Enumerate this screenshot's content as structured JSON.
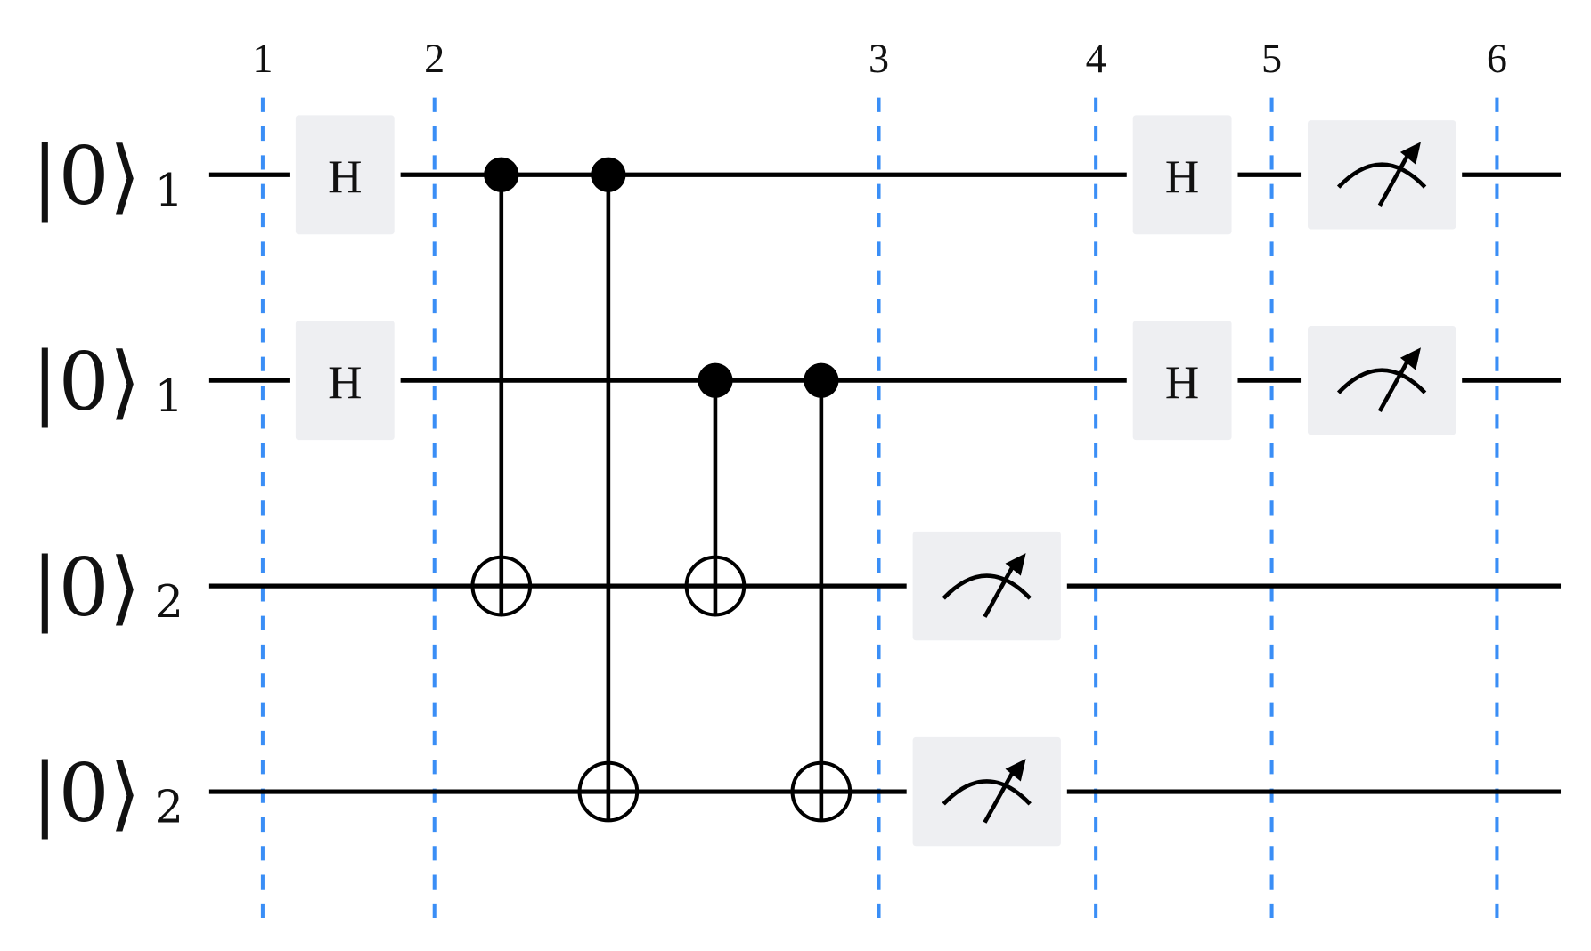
{
  "diagram": {
    "type": "quantum-circuit",
    "qubits": [
      {
        "ket": "|0⟩",
        "subscript": "1"
      },
      {
        "ket": "|0⟩",
        "subscript": "1"
      },
      {
        "ket": "|0⟩",
        "subscript": "2"
      },
      {
        "ket": "|0⟩",
        "subscript": "2"
      }
    ],
    "barriers": [
      "1",
      "2",
      "3",
      "4",
      "5",
      "6"
    ],
    "gates": [
      {
        "type": "H",
        "label": "H",
        "qubit": 0,
        "slot": "h1"
      },
      {
        "type": "H",
        "label": "H",
        "qubit": 1,
        "slot": "h1"
      },
      {
        "type": "CNOT",
        "control": 0,
        "target": 2,
        "slot": "c1"
      },
      {
        "type": "CNOT",
        "control": 0,
        "target": 3,
        "slot": "c2"
      },
      {
        "type": "CNOT",
        "control": 1,
        "target": 2,
        "slot": "c3"
      },
      {
        "type": "CNOT",
        "control": 1,
        "target": 3,
        "slot": "c4"
      },
      {
        "type": "Measure",
        "qubit": 2,
        "slot": "m1"
      },
      {
        "type": "Measure",
        "qubit": 3,
        "slot": "m1"
      },
      {
        "type": "H",
        "label": "H",
        "qubit": 0,
        "slot": "h2"
      },
      {
        "type": "H",
        "label": "H",
        "qubit": 1,
        "slot": "h2"
      },
      {
        "type": "Measure",
        "qubit": 0,
        "slot": "m2"
      },
      {
        "type": "Measure",
        "qubit": 1,
        "slot": "m2"
      }
    ],
    "colors": {
      "barrier": "#3a8ef6",
      "gate_fill": "#eeeff2",
      "wire": "#000000"
    }
  }
}
